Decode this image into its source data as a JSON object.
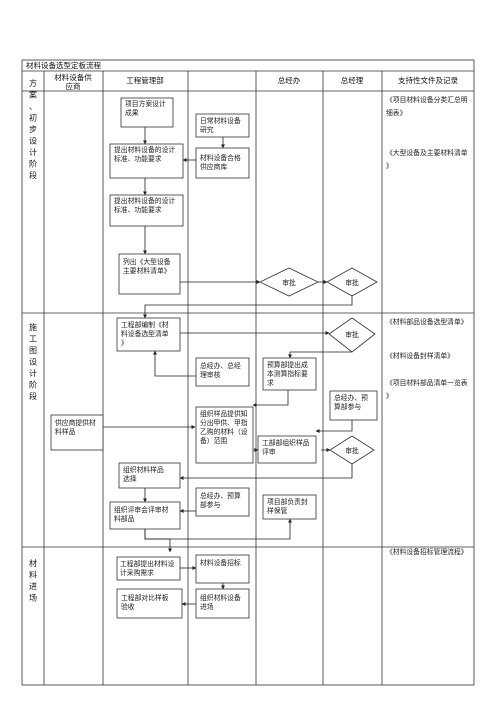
{
  "title": "材料设备选型定板流程",
  "columns": {
    "supplier": "材料设备供应商",
    "engineering": "工程管理部",
    "gm_office": "总经办",
    "general_manager": "总经理",
    "documents": "支持性文件及记录"
  },
  "phases": {
    "scheme": "方案、初步设计阶段",
    "construction": "施工图设计阶段",
    "entry": "材料进场"
  },
  "nodes": {
    "n1": "项目方案设计成果",
    "n2": "日常材料设备研究",
    "n3": "提出材料设备的设计标准、功能要求",
    "n4": "材料设备合格供应商库",
    "n5": "提出材料设备的设计标准、功能要求",
    "n6": "列出《大型设备主要材料清单》",
    "d1": "审批",
    "d2": "审批",
    "n7": "工程部编制《材料设备选型清单》",
    "d3": "审批",
    "n8": "总经办、总经理审核",
    "n9": "预算部提出成本测算指标要求",
    "n10": "总经办、预算部参与",
    "n11": "供应商提供材料样品",
    "n12": "组织样品提供知分出甲供、甲指乙购的材料（设备）范围",
    "n13": "工部部组织样品评审",
    "d4": "审批",
    "n14": "组织材料样品选择",
    "n15": "总经办、预算部参与",
    "n16": "组织评审会评审材料部品",
    "n17": "项目部负责封样保管",
    "n18": "工程部提出材料设计采购需求",
    "n19": "材料设备招标",
    "n20": "工程部对比样板验收",
    "n21": "组织材料设备进场"
  },
  "documents": {
    "doc1": "《项目材料设备分类汇总明细表》",
    "doc2": "《大型设备及主要材料清单》",
    "doc3": "《材料部品设备选型清单》",
    "doc4": "《材料设备封样清单》",
    "doc5": "《项目材料部品清单一览表》",
    "doc6": "《材料设备招标管理流程》"
  }
}
